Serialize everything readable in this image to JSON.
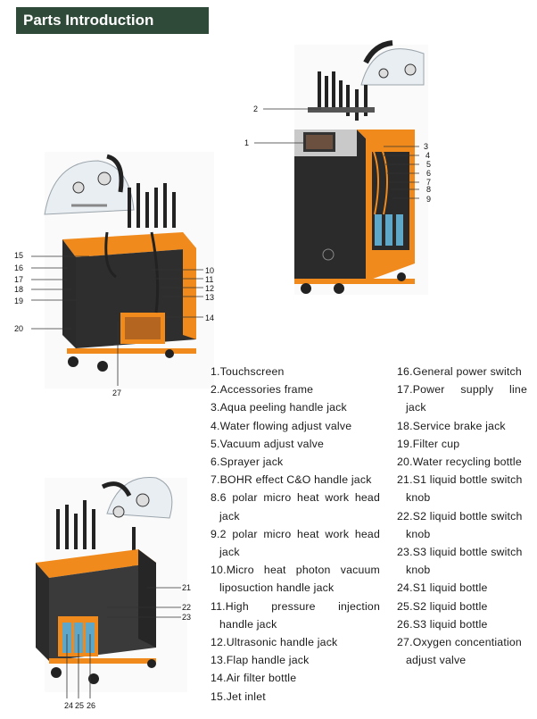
{
  "header": {
    "title": "Parts Introduction"
  },
  "figure_top": {
    "callouts": [
      "1",
      "2",
      "3",
      "4",
      "5",
      "6",
      "7",
      "8",
      "9"
    ]
  },
  "figure_left": {
    "callouts": [
      "10",
      "11",
      "12",
      "13",
      "14",
      "15",
      "16",
      "17",
      "18",
      "19",
      "20",
      "27"
    ]
  },
  "figure_bottom": {
    "callouts": [
      "21",
      "22",
      "23",
      "24",
      "25",
      "26"
    ]
  },
  "parts_left": [
    {
      "num": "1.",
      "text": "Touchscreen"
    },
    {
      "num": "2.",
      "text": "Accessories frame"
    },
    {
      "num": "3.",
      "text": "Aqua peeling handle jack"
    },
    {
      "num": "4.",
      "text": "Water flowing adjust valve"
    },
    {
      "num": "5.",
      "text": "Vacuum adjust valve"
    },
    {
      "num": "6.",
      "text": "Sprayer jack"
    },
    {
      "num": "7.",
      "text": "BOHR effect C&O handle jack"
    },
    {
      "num": "8.",
      "text": "6 polar micro heat work head",
      "cont": "jack"
    },
    {
      "num": "9.",
      "text": "2 polar micro heat work head",
      "cont": "jack"
    },
    {
      "num": "10.",
      "text": "Micro heat photon vacuum",
      "cont": "liposuction handle jack"
    },
    {
      "num": "11.",
      "text": "High pressure injection",
      "cont": "handle jack"
    },
    {
      "num": "12.",
      "text": "Ultrasonic handle jack"
    },
    {
      "num": "13.",
      "text": "Flap handle jack"
    },
    {
      "num": "14.",
      "text": "Air filter bottle"
    },
    {
      "num": "15.",
      "text": "Jet inlet"
    }
  ],
  "parts_right": [
    {
      "num": "16.",
      "text": "General power switch"
    },
    {
      "num": "17.",
      "text": "Power supply line",
      "cont": "jack"
    },
    {
      "num": "18.",
      "text": "Service brake jack"
    },
    {
      "num": "19.",
      "text": "Filter cup"
    },
    {
      "num": "20.",
      "text": "Water recycling bottle"
    },
    {
      "num": "21.",
      "text": "S1 liquid bottle switch",
      "cont": "knob"
    },
    {
      "num": "22.",
      "text": "S2 liquid bottle switch",
      "cont": "knob"
    },
    {
      "num": "23.",
      "text": "S3 liquid bottle switch",
      "cont": "knob"
    },
    {
      "num": "24.",
      "text": "S1 liquid bottle"
    },
    {
      "num": "25.",
      "text": "S2 liquid bottle"
    },
    {
      "num": "26.",
      "text": "S3 liquid bottle"
    },
    {
      "num": "27.",
      "text": "Oxygen concentiation",
      "cont": "adjust valve"
    }
  ],
  "colors": {
    "header_bg": "#2f4a38",
    "machine_orange": "#f08a1c",
    "machine_dark": "#2a2a2a"
  }
}
